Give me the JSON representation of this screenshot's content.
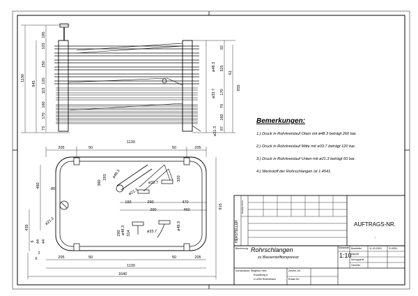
{
  "notes": {
    "heading": "Bemerkungen:",
    "items": [
      "1.) Druck in Rohrkreislauf Oben mit ø48.3 beträgt 260 bar.",
      "2.) Druck in Rohrkreislauf Mitte mit ø33.7 beträgt 120 bar.",
      "3.) Druck in Rohrkreislauf Unten mit ø21.3 beträgt 60 bar.",
      "4.) Werkstoff der Rohrschlangen ist 1.4541."
    ]
  },
  "dimensions": {
    "front": {
      "left": [
        "185",
        "103",
        "250",
        "120",
        "115",
        "160",
        "170",
        "73"
      ],
      "left_totals": [
        "945",
        "1130"
      ],
      "right": [
        "92",
        "325",
        "61",
        "ø48.3",
        "ø33.7",
        "170",
        "70",
        "160",
        "87",
        "ø21.3"
      ],
      "right_total": "955"
    },
    "top": {
      "top": [
        "205",
        "50",
        "1130",
        "50",
        "205"
      ],
      "inner": [
        "ø48.3",
        "293",
        "360",
        "ø33.7",
        "ø21.3",
        "320",
        "193",
        "290",
        "470",
        "290",
        "460"
      ],
      "left": [
        "460",
        "80",
        "ø21.3",
        "435",
        "6",
        "44",
        "44",
        "2",
        "6"
      ],
      "lower": [
        "ø48.3",
        "314",
        "290",
        "ø33.7",
        "ø48.3"
      ],
      "right": "915",
      "bottom": [
        "205",
        "50",
        "50",
        "205",
        "1130",
        "1640"
      ]
    }
  },
  "title_block": {
    "order_label": "AUFTRAGS-NR.",
    "order_value": ".",
    "manufacturer_label": "HERSTELLER",
    "side_label": "Beteiligte Firmen",
    "designation_label": "Benennung",
    "title": "Rohrschlangen",
    "subtitle": "zu Wasserstoffkompressor",
    "scale_label": "Massstab",
    "scale": "1:10",
    "roles": [
      "Bearbeiter",
      "Geprüft",
      "Normgeprüft",
      "Gesehen"
    ],
    "date": "11.03.2003",
    "name": "S.HEIN",
    "construction_label": "Konstruktion: Siegfried Hein",
    "address1": "Rudolfweg 8",
    "address2": "D-4250 Rheinfelden",
    "drawing_no_label": "Zeichn.-Nr.",
    "replaces_label": "Ersatz für:"
  }
}
